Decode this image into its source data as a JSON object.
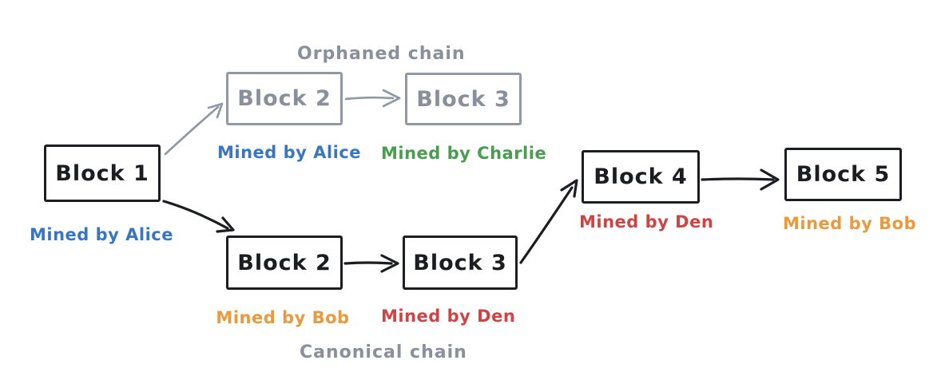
{
  "colors": {
    "ink": "#1c1d21",
    "box-gray": "#9199a4",
    "label-gray": "#8a909b",
    "blue": "#3876c2",
    "green": "#4a9c51",
    "orange": "#e89a3c",
    "red": "#ce4444"
  },
  "titles": {
    "orphaned": "Orphaned chain",
    "canonical": "Canonical chain"
  },
  "blocks": [
    {
      "id": "block-1",
      "label": "Block 1",
      "miner": "Mined by Alice",
      "miner_color": "#3876c2",
      "chain": "shared"
    },
    {
      "id": "orphan-block-2",
      "label": "Block 2",
      "miner": "Mined by Alice",
      "miner_color": "#3876c2",
      "chain": "orphaned"
    },
    {
      "id": "orphan-block-3",
      "label": "Block 3",
      "miner": "Mined by Charlie",
      "miner_color": "#4a9c51",
      "chain": "orphaned"
    },
    {
      "id": "canonical-block-2",
      "label": "Block 2",
      "miner": "Mined by Bob",
      "miner_color": "#e89a3c",
      "chain": "canonical"
    },
    {
      "id": "canonical-block-3",
      "label": "Block 3",
      "miner": "Mined by Den",
      "miner_color": "#ce4444",
      "chain": "canonical"
    },
    {
      "id": "block-4",
      "label": "Block 4",
      "miner": "Mined by Den",
      "miner_color": "#ce4444",
      "chain": "canonical"
    },
    {
      "id": "block-5",
      "label": "Block 5",
      "miner": "Mined by Bob",
      "miner_color": "#e89a3c",
      "chain": "canonical"
    }
  ]
}
